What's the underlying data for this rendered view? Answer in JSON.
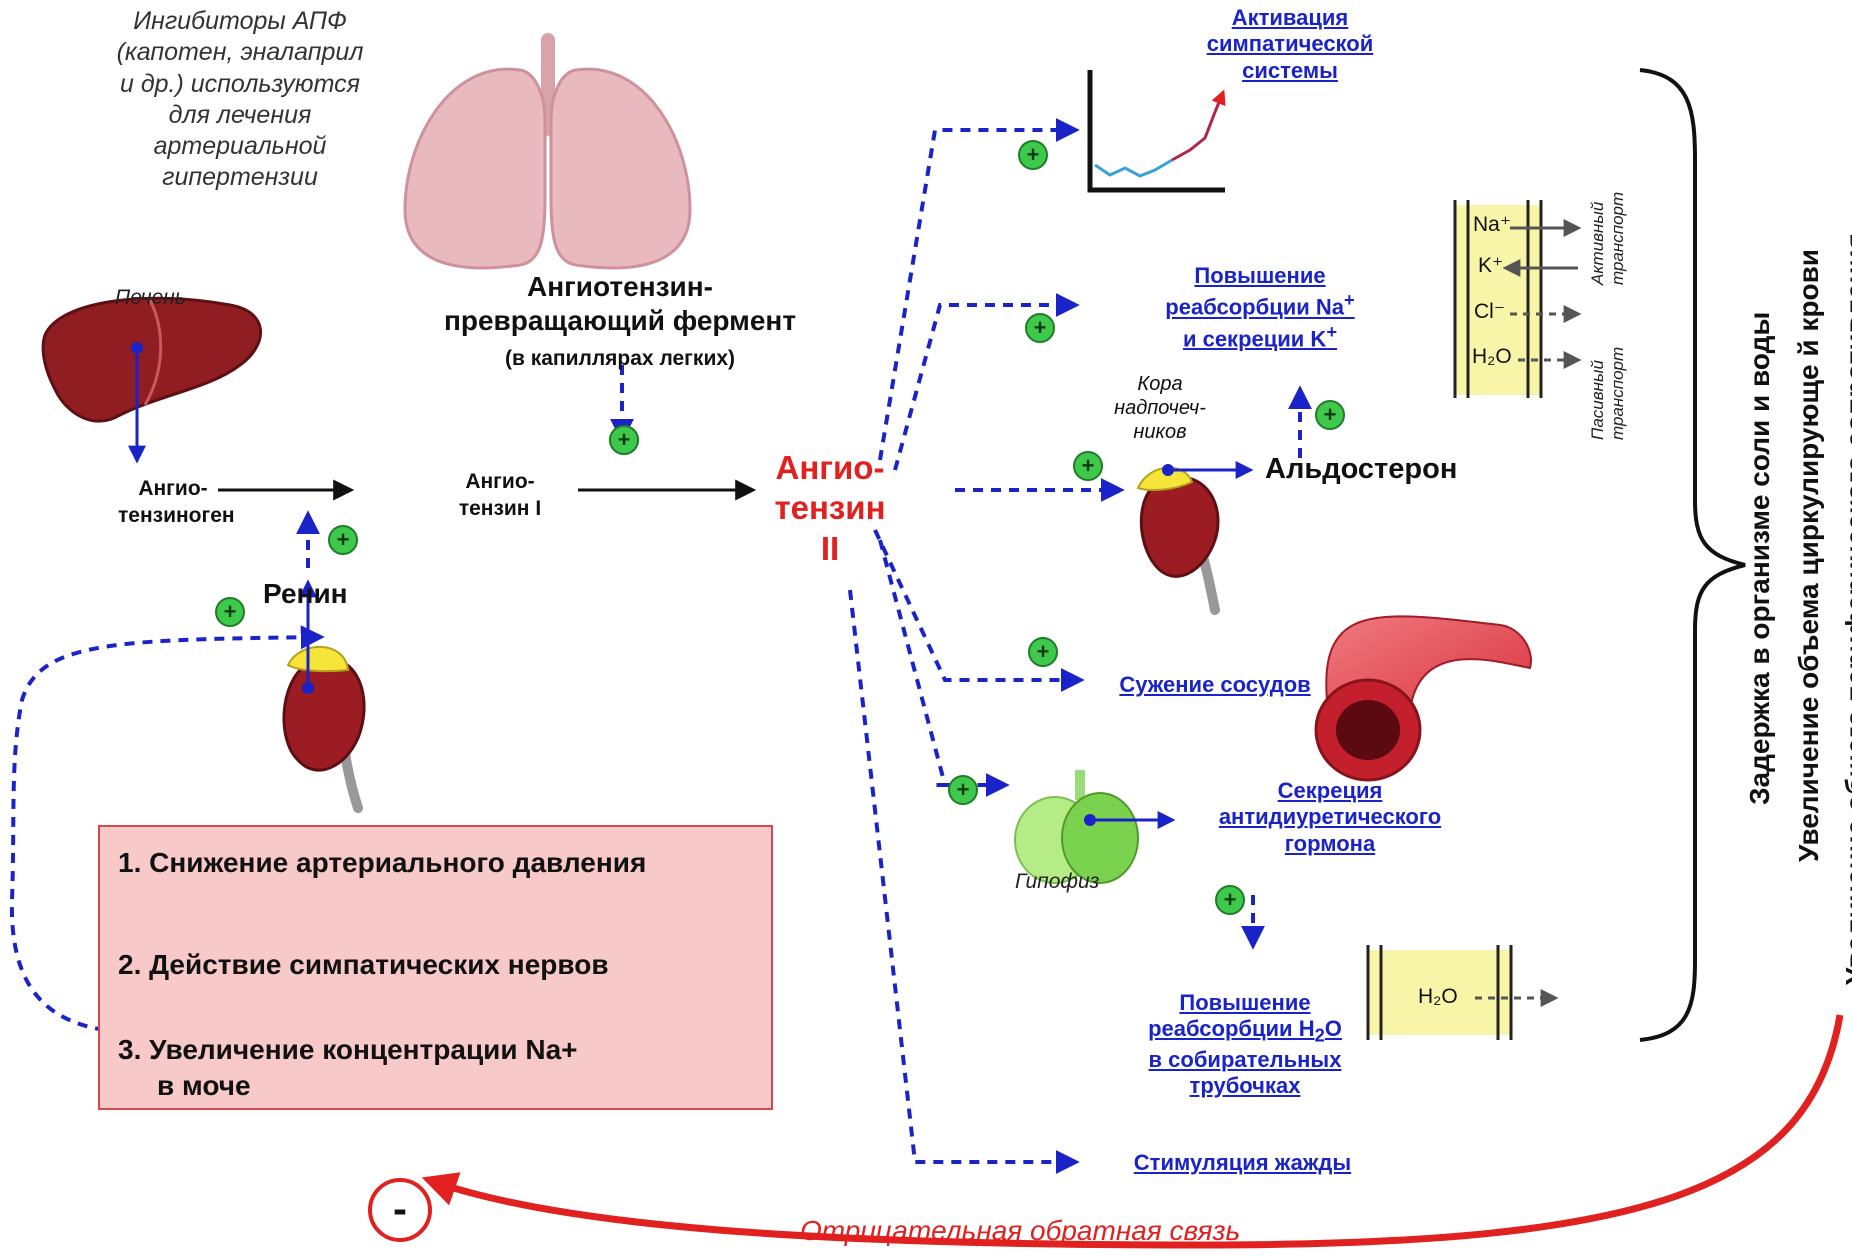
{
  "ace_inhibitors": "Ингибиторы АПФ\n(капотен, эналаприл\nи др.) используются\nдля лечения\nартериальной\nгипертензии",
  "liver_label": "Печень",
  "angiotensinogen": "Ангио-\nтензиноген",
  "angiotensin1": "Ангио-\nтензин I",
  "angiotensin2": "Ангио-\nтензин\nII",
  "renin": "Ренин",
  "ace": {
    "title": "Ангиотензин-\nпревращающий фермент",
    "sub": "(в капиллярах легких)"
  },
  "effects": {
    "sympathetic": "Активация\nсимпатической\nсистемы",
    "na_reabsorption_1": "Повышение",
    "na_reabsorption_2": "реабсорбции Na",
    "na_reabsorption_sup": "+",
    "k_secretion": "и секреции K",
    "k_secretion_sup": "+",
    "vasoconstriction": "Сужение сосудов",
    "adh": "Секреция\nантидиуретического\nгормона",
    "h2o_1": "Повышение",
    "h2o_2a": "реабсорбции H",
    "h2o_2sub": "2",
    "h2o_2b": "O",
    "h2o_3": "в собирательных\nтрубочках",
    "thirst": "Стимуляция жажды"
  },
  "adrenal_cortex": "Кора\nнадпочеч-\nников",
  "aldosterone": "Альдостерон",
  "pituitary": "Гипофиз",
  "transport": {
    "active": "Активный\nтранспорт",
    "passive": "Пасивный\nтранспорт",
    "na": "Na⁺",
    "k": "K⁺",
    "cl": "Cl⁻",
    "h2o": "H₂O",
    "h2o_tube": "H₂O"
  },
  "triggers": [
    "1. Снижение артериального давления",
    "2. Действие симпатических нервов",
    "3. Увеличение концентрации Na+",
    "в моче"
  ],
  "outcomes": [
    "Задержка в организме соли и воды",
    "Увеличение объема циркулирующе й крови",
    "Увеличение общего периферического сопротивления"
  ],
  "feedback": "Отрицательная обратная связь",
  "minus": "-",
  "plus": "+",
  "colors": {
    "blue": "#1a23c7",
    "red": "#e0211f",
    "green": "#3fc94c",
    "box_fill": "#f7c9c9",
    "box_border": "#d8474a"
  }
}
